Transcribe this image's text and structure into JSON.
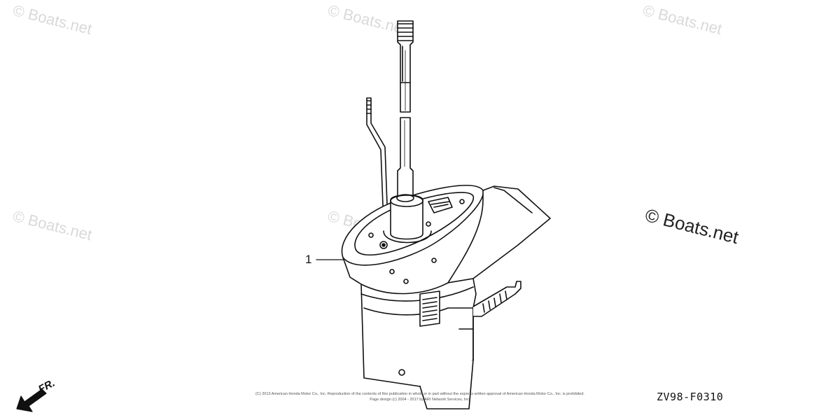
{
  "watermark": {
    "text": "© Boats.net",
    "color": "#d9d9d9",
    "prominent_color": "#222222"
  },
  "diagram": {
    "code": "ZV98-F0310",
    "direction_label": "FR.",
    "callouts": [
      {
        "number": "1"
      }
    ],
    "copyright_line1": "(C) 2013 American Honda Motor Co., Inc. Reproduction of the contents of this publication in whole or in part without the express written approval of American Honda Motor Co., Inc. is prohibited.",
    "copyright_line2": "Page design (c) 2004 - 2017 by ARI Network Services, Inc."
  },
  "icons": {
    "direction_arrow": "front-direction-arrow-icon"
  }
}
